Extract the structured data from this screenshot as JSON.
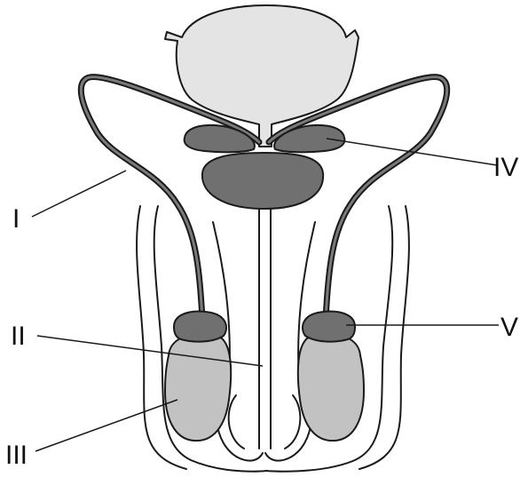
{
  "colors": {
    "bladder": "#e4e4e4",
    "dark_organ": "#707070",
    "testis": "#c2c2c2",
    "outline": "#1a1a1a",
    "background": "#ffffff"
  },
  "labels": {
    "I": "I",
    "II": "II",
    "III": "III",
    "IV": "IV",
    "V": "V"
  }
}
